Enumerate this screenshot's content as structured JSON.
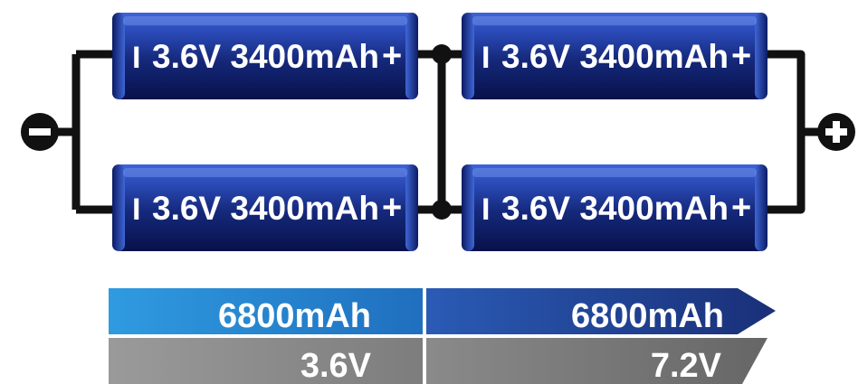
{
  "cells": [
    {
      "voltage": "3.6V",
      "capacity": "3400mAh",
      "neg_symbol": "I",
      "pos_symbol": "+"
    },
    {
      "voltage": "3.6V",
      "capacity": "3400mAh",
      "neg_symbol": "I",
      "pos_symbol": "+"
    },
    {
      "voltage": "3.6V",
      "capacity": "3400mAh",
      "neg_symbol": "I",
      "pos_symbol": "+"
    },
    {
      "voltage": "3.6V",
      "capacity": "3400mAh",
      "neg_symbol": "I",
      "pos_symbol": "+"
    }
  ],
  "terminals": {
    "negative_icon": "minus-icon",
    "positive_icon": "plus-icon"
  },
  "summary": {
    "capacity_left": "6800mAh",
    "capacity_right": "6800mAh",
    "voltage_left": "3.6V",
    "voltage_right": "7.2V"
  },
  "colors": {
    "cell_dark": "#0a1a5c",
    "cell_mid": "#2f53c2",
    "wire": "#111111",
    "bar_blue_light": "#2a8fd6",
    "bar_blue_dark": "#1d3a8a",
    "bar_grey_light": "#8f8f8f",
    "bar_grey_dark": "#6e6e6e"
  }
}
